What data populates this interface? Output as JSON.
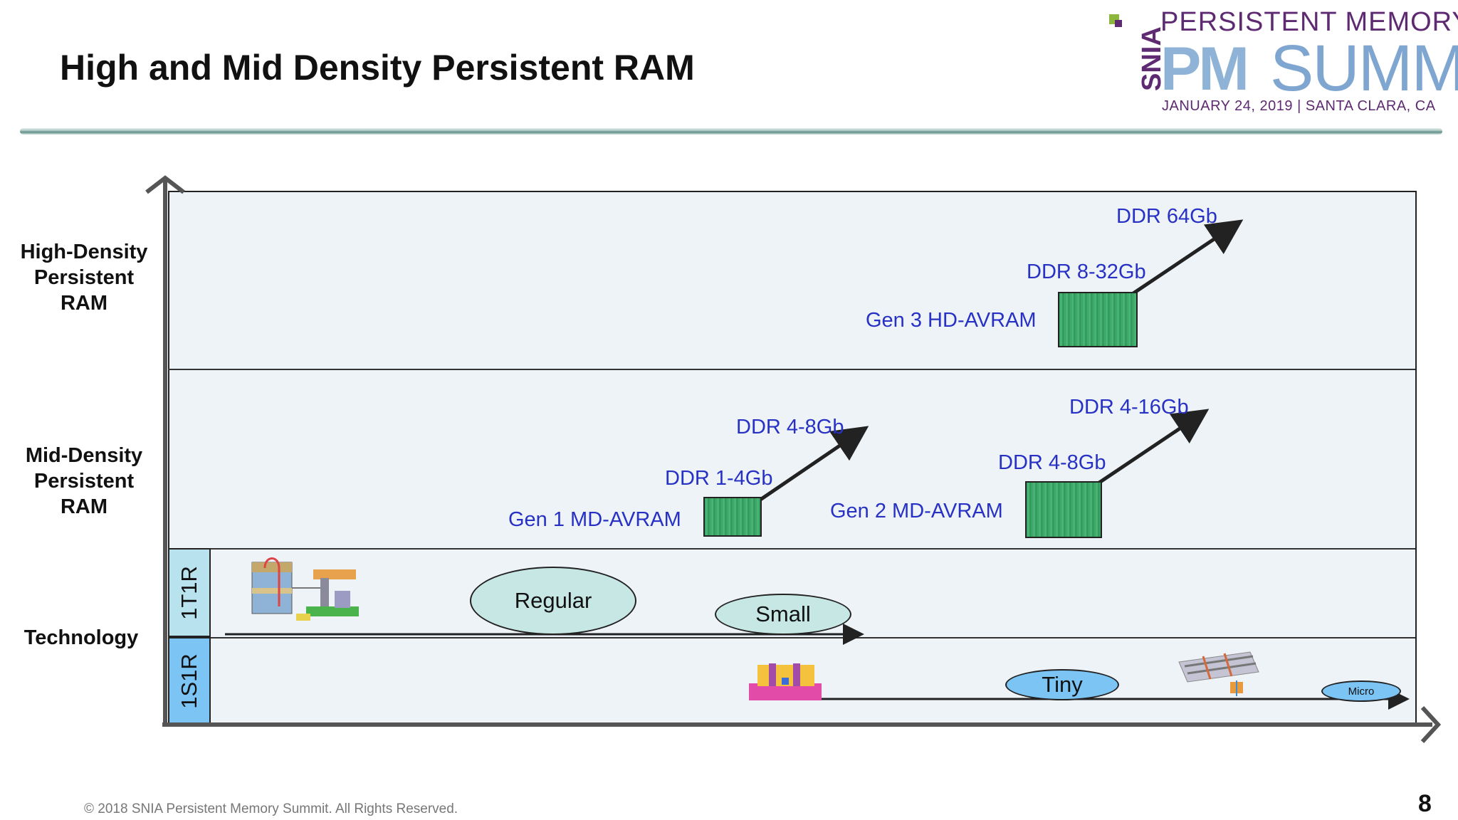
{
  "title": "High and Mid Density Persistent RAM",
  "logo": {
    "brand": "SNIA",
    "line1": "PERSISTENT MEMORY",
    "pm": "PM",
    "summit": "SUMMIT",
    "date": "JANUARY 24, 2019  |  SANTA CLARA,  CA",
    "colors": {
      "purple": "#5e2a72",
      "blue": "#7fa6d0",
      "green": "#8cb63c"
    }
  },
  "rows": {
    "high": {
      "label_lines": [
        "High-Density",
        "Persistent",
        "RAM"
      ]
    },
    "mid": {
      "label_lines": [
        "Mid-Density",
        "Persistent",
        "RAM"
      ]
    },
    "tech": {
      "label": "Technology"
    }
  },
  "generations": {
    "gen3": {
      "name": "Gen 3 HD-AVRAM",
      "start": "DDR 8-32Gb",
      "end": "DDR 64Gb"
    },
    "gen1": {
      "name": "Gen 1 MD-AVRAM",
      "start": "DDR 1-4Gb",
      "end": "DDR 4-8Gb"
    },
    "gen2": {
      "name": "Gen 2 MD-AVRAM",
      "start": "DDR 4-8Gb",
      "end": "DDR 4-16Gb"
    }
  },
  "technology": {
    "t1": {
      "name": "1T1R",
      "sizes": [
        "Regular",
        "Small"
      ]
    },
    "t2": {
      "name": "1S1R",
      "sizes": [
        "Tiny",
        "Micro"
      ]
    }
  },
  "footer": "© 2018 SNIA Persistent Memory Summit. All Rights Reserved.",
  "page_number": "8",
  "colors": {
    "label_blue": "#2731c4",
    "chip_green": "#37a364",
    "ellipse_teal": "#c6e7e4",
    "ellipse_blue": "#7cc4f4",
    "tech_cell_blue": "#7cc4f4"
  }
}
